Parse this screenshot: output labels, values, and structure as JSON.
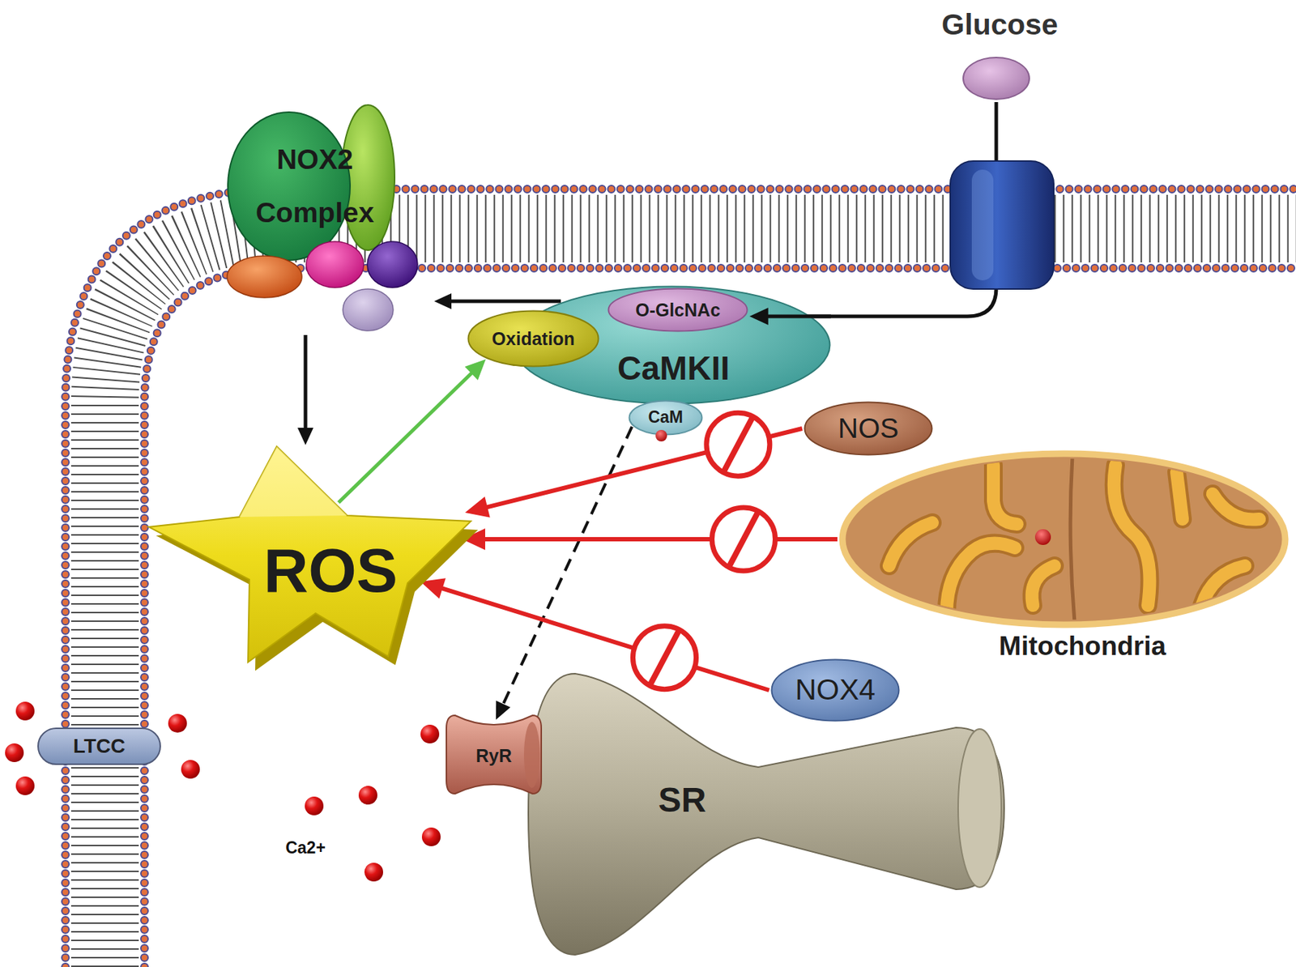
{
  "diagram": {
    "nodes": [
      {
        "text": [
          "NOX2 Complex"
        ]
      },
      {
        "text": [
          "Glucose"
        ]
      },
      {
        "text": [
          "CaMKII"
        ]
      },
      {
        "text": [
          "O-GlcNAc"
        ],
        "in": 2
      },
      {
        "text": [
          "Oxidation"
        ]
      },
      {
        "text": [
          "CaM"
        ]
      },
      {
        "text": [
          "NOS"
        ]
      },
      {
        "text": [
          "ROS"
        ]
      },
      {
        "text": [
          "Mitochondria"
        ]
      },
      {
        "text": [
          "NOX4"
        ]
      },
      {
        "text": [
          "LTCC"
        ]
      },
      {
        "text": [
          "SR"
        ]
      },
      {
        "text": [
          "RyR"
        ]
      }
    ],
    "edges": [
      {
        "from": 2,
        "to": 0,
        "arrow": "to"
      },
      {
        "from": 0,
        "to": 7,
        "arrow": "to"
      },
      {
        "from": 1,
        "to": 3,
        "arrow": "to"
      },
      {
        "from": 7,
        "to": 4,
        "arrow": "to"
      },
      {
        "from": 5,
        "to": 12,
        "arrow": "to"
      },
      {
        "from": 6,
        "to": 7,
        "arrow": "to"
      },
      {
        "from": 8,
        "to": 7,
        "arrow": "to"
      },
      {
        "from": 9,
        "to": 7,
        "arrow": "to"
      }
    ],
    "labels": [
      "Ca2+"
    ]
  }
}
